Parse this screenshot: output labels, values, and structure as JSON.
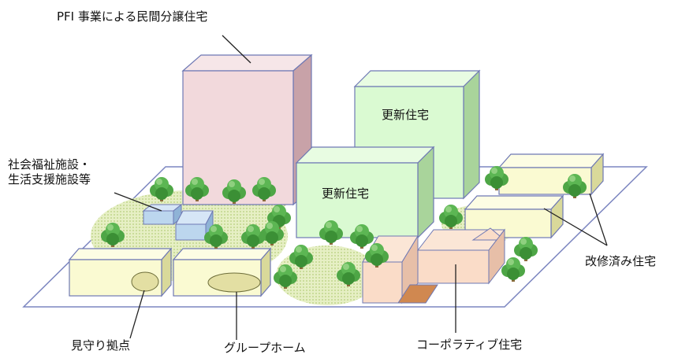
{
  "labels": {
    "pfi_housing": "PFI 事業による民間分譲住宅",
    "renewed_housing_1": "更新住宅",
    "renewed_housing_2": "更新住宅",
    "welfare_line1": "社会福祉施設・",
    "welfare_line2": "生活支援施設等",
    "renovated_housing": "改修済み住宅",
    "watch_hub": "見守り拠点",
    "group_home": "グループホーム",
    "cooperative_housing": "コーポラティブ住宅"
  },
  "colors": {
    "pfi_building": "#f2d9dc",
    "renewed_building": "#dafad2",
    "low_building": "#fafad2",
    "cooperative": "#fadcc8",
    "welfare_facility": "#bcd6ee",
    "grass": "#dde9b4",
    "tree": "#3f9b3a",
    "outline": "#6e78b4"
  }
}
